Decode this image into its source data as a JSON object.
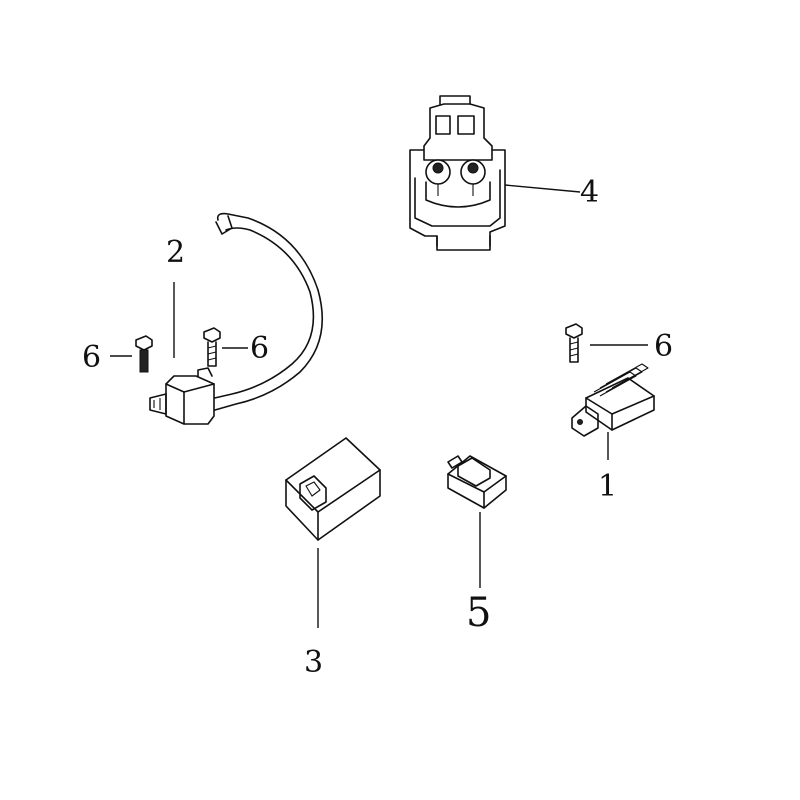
{
  "callouts": {
    "regulator": "1",
    "ignition_coil": "2",
    "cdi_unit": "3",
    "starter_relay": "4",
    "flasher_relay": "5",
    "bolt_left": "6",
    "bolt_mid": "6",
    "bolt_right": "6"
  }
}
